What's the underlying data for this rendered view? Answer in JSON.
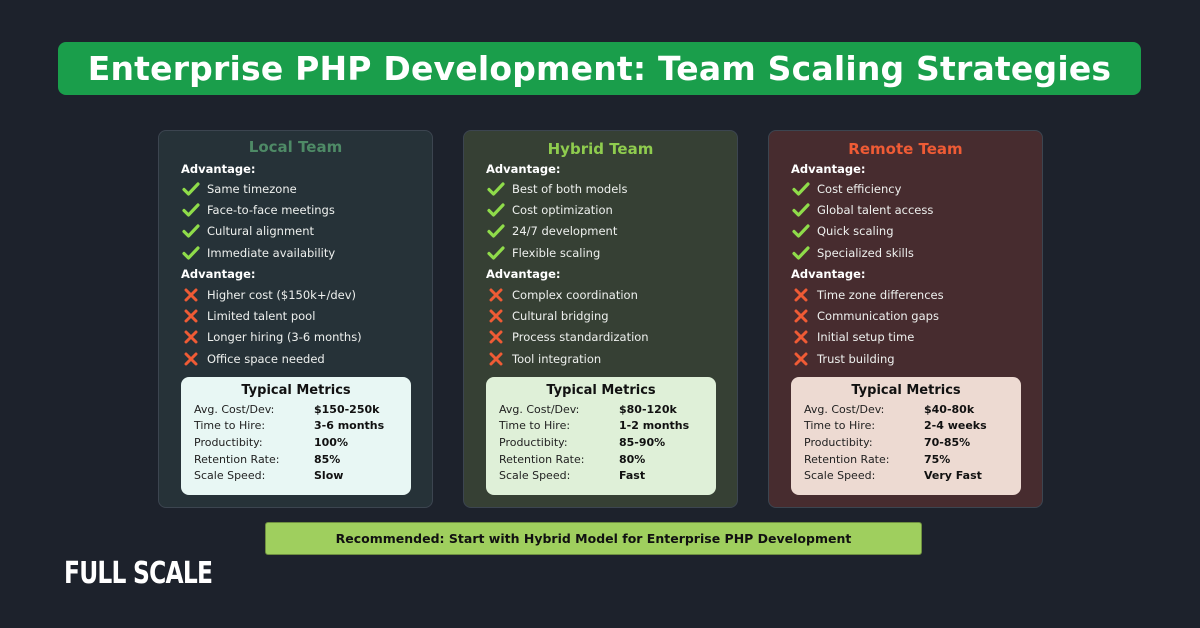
{
  "header": {
    "title": "Enterprise PHP Development: Team Scaling Strategies",
    "bg_color": "#1a9e4b"
  },
  "cards": [
    {
      "title": "Local Team",
      "title_color": "#4e8a66",
      "bg_color": "#263238",
      "pros_label": "Advantage:",
      "pros": [
        "Same timezone",
        "Face-to-face meetings",
        "Cultural alignment",
        "Immediate availability"
      ],
      "cons_label": "Advantage:",
      "cons": [
        "Higher cost ($150k+/dev)",
        "Limited talent pool",
        "Longer hiring (3-6 months)",
        "Office space needed"
      ],
      "metrics": {
        "title": "Typical Metrics",
        "rows": [
          {
            "label": "Avg. Cost/Dev:",
            "value": "$150-250k"
          },
          {
            "label": "Time to Hire:",
            "value": "3-6 months"
          },
          {
            "label": "Productibity:",
            "value": "100%"
          },
          {
            "label": "Retention Rate:",
            "value": "85%"
          },
          {
            "label": "Scale Speed:",
            "value": "Slow"
          }
        ]
      }
    },
    {
      "title": "Hybrid Team",
      "title_color": "#8fcc4e",
      "bg_color": "#364034",
      "pros_label": "Advantage:",
      "pros": [
        "Best of both models",
        "Cost optimization",
        "24/7 development",
        "Flexible scaling"
      ],
      "cons_label": "Advantage:",
      "cons": [
        "Complex coordination",
        "Cultural bridging",
        "Process standardization",
        "Tool integration"
      ],
      "metrics": {
        "title": "Typical Metrics",
        "rows": [
          {
            "label": "Avg. Cost/Dev:",
            "value": "$80-120k"
          },
          {
            "label": "Time to Hire:",
            "value": "1-2 months"
          },
          {
            "label": "Productibity:",
            "value": "85-90%"
          },
          {
            "label": "Retention Rate:",
            "value": "80%"
          },
          {
            "label": "Scale Speed:",
            "value": "Fast"
          }
        ]
      }
    },
    {
      "title": "Remote Team",
      "title_color": "#ef5b35",
      "bg_color": "#472c2f",
      "pros_label": "Advantage:",
      "pros": [
        "Cost efficiency",
        "Global talent access",
        "Quick scaling",
        "Specialized skills"
      ],
      "cons_label": "Advantage:",
      "cons": [
        "Time zone differences",
        "Communication gaps",
        "Initial setup time",
        "Trust building"
      ],
      "metrics": {
        "title": "Typical Metrics",
        "rows": [
          {
            "label": "Avg. Cost/Dev:",
            "value": "$40-80k"
          },
          {
            "label": "Time to Hire:",
            "value": "2-4 weeks"
          },
          {
            "label": "Productibity:",
            "value": "70-85%"
          },
          {
            "label": "Retention Rate:",
            "value": "75%"
          },
          {
            "label": "Scale Speed:",
            "value": "Very Fast"
          }
        ]
      }
    }
  ],
  "icons": {
    "pro": "check-icon",
    "con": "x-icon",
    "pro_color": "#8fdc4a",
    "con_color": "#ef5b35"
  },
  "recommendation": {
    "text": "Recommended: Start with Hybrid Model for Enterprise PHP Development",
    "bg_color": "#9fcf5e"
  },
  "logo": {
    "text": "FULL SCALE"
  }
}
